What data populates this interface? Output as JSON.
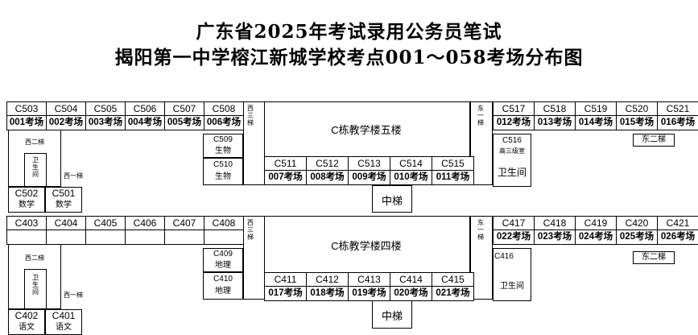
{
  "header": {
    "line1": "广东省2025年考试录用公务员笔试",
    "line2": "揭阳第一中学榕江新城学校考点001～058考场分布图"
  },
  "floor5": {
    "hall_label": "C栋教学楼五楼",
    "top_left": [
      {
        "room": "C503",
        "exam": "001考场"
      },
      {
        "room": "C504",
        "exam": "002考场"
      },
      {
        "room": "C505",
        "exam": "003考场"
      },
      {
        "room": "C506",
        "exam": "004考场"
      },
      {
        "room": "C507",
        "exam": "005考场"
      },
      {
        "room": "C508",
        "exam": "006考场"
      }
    ],
    "top_right": [
      {
        "room": "C517",
        "exam": "012考场"
      },
      {
        "room": "C518",
        "exam": "013考场"
      },
      {
        "room": "C519",
        "exam": "014考场"
      },
      {
        "room": "C520",
        "exam": "015考场"
      },
      {
        "room": "C521",
        "exam": "016考场"
      }
    ],
    "middle": [
      {
        "room": "C511",
        "exam": "007考场"
      },
      {
        "room": "C512",
        "exam": "008考场"
      },
      {
        "room": "C513",
        "exam": "009考场"
      },
      {
        "room": "C514",
        "exam": "010考场"
      },
      {
        "room": "C515",
        "exam": "011考场"
      }
    ],
    "west_stair": "西三梯",
    "east_stair": "东一梯",
    "west_stair2": "西二梯",
    "west_stair1": "西一梯",
    "east_stair2": "东二梯",
    "wc_left": "卫生间",
    "wc_right": "卫生间",
    "mid_stair": "中梯",
    "c509": {
      "room": "C509",
      "subject": "生物"
    },
    "c510": {
      "room": "C510",
      "subject": "生物"
    },
    "c502": {
      "room": "C502",
      "subject": "数学"
    },
    "c501": {
      "room": "C501",
      "subject": "数学"
    },
    "c516": {
      "room": "C516",
      "subject": "高三级室"
    }
  },
  "floor4": {
    "hall_label": "C栋教学楼四楼",
    "top_left": [
      "C403",
      "C404",
      "C405",
      "C406",
      "C407",
      "C408"
    ],
    "top_right": [
      {
        "room": "C417",
        "exam": "022考场"
      },
      {
        "room": "C418",
        "exam": "023考场"
      },
      {
        "room": "C419",
        "exam": "024考场"
      },
      {
        "room": "C420",
        "exam": "025考场"
      },
      {
        "room": "C421",
        "exam": "026考场"
      }
    ],
    "middle": [
      {
        "room": "C411",
        "exam": "017考场"
      },
      {
        "room": "C412",
        "exam": "018考场"
      },
      {
        "room": "C413",
        "exam": "019考场"
      },
      {
        "room": "C414",
        "exam": "020考场"
      },
      {
        "room": "C415",
        "exam": "021考场"
      }
    ],
    "west_stair": "西三梯",
    "east_stair": "东一梯",
    "west_stair2": "西二梯",
    "west_stair1": "西一梯",
    "east_stair2": "东二梯",
    "wc_left": "卫生间",
    "wc_right": "卫生间",
    "mid_stair": "中梯",
    "c409": {
      "room": "C409",
      "subject": "地理"
    },
    "c410": {
      "room": "C410",
      "subject": "地理"
    },
    "c402": {
      "room": "C402",
      "subject": "语文"
    },
    "c401": {
      "room": "C401",
      "subject": "语文"
    },
    "c416": {
      "room": "C416"
    }
  }
}
